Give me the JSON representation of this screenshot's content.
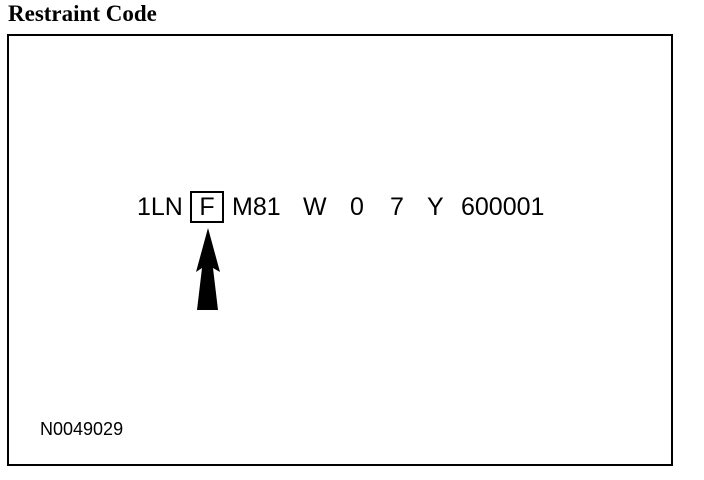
{
  "title": "Restraint Code",
  "vin": {
    "prefix": "1LN",
    "restraint_code": "F",
    "segments": [
      "M81",
      "W",
      "0",
      "7",
      "Y",
      "600001"
    ]
  },
  "figure_code": "N0049029"
}
